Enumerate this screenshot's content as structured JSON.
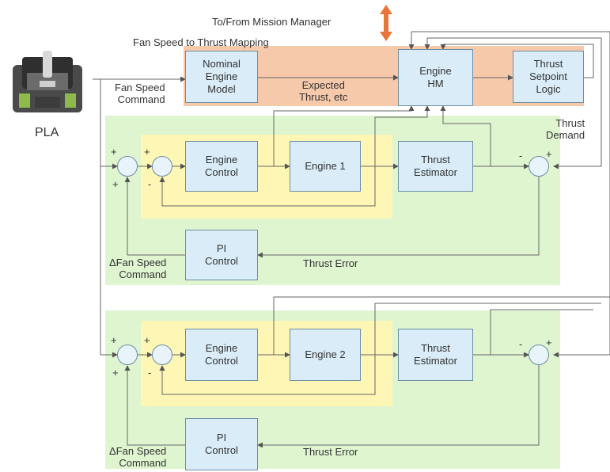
{
  "header": {
    "mission_manager": "To/From Mission Manager",
    "mapping_title": "Fan Speed to Thrust Mapping"
  },
  "pla": {
    "label": "PLA",
    "icon": "throttle-quadrant-icon"
  },
  "top": {
    "fan_speed_command": "Fan Speed\nCommand",
    "nominal_model": "Nominal\nEngine\nModel",
    "expected_thrust": "Expected\nThrust, etc",
    "engine_hm": "Engine\nHM",
    "thrust_setpoint": "Thrust\nSetpoint\nLogic",
    "thrust_demand": "Thrust\nDemand"
  },
  "loops": [
    {
      "engine_control": "Engine\nControl",
      "engine": "Engine 1",
      "thrust_estimator": "Thrust\nEstimator",
      "pi_control": "PI\nControl",
      "delta_fan": "ΔFan Speed\nCommand",
      "thrust_error": "Thrust Error"
    },
    {
      "engine_control": "Engine\nControl",
      "engine": "Engine 2",
      "thrust_estimator": "Thrust\nEstimator",
      "pi_control": "PI\nControl",
      "delta_fan": "ΔFan Speed\nCommand",
      "thrust_error": "Thrust Error"
    }
  ],
  "signs": {
    "plus": "+",
    "minus": "-"
  },
  "colors": {
    "orange_band": "#f6c9ab",
    "green_band": "#dff5d0",
    "yellow_band": "#fdf6b5",
    "box_fill": "#d9ecf7",
    "box_border": "#6e8ea3",
    "arrow_orange": "#e8753a",
    "wire": "#666666"
  }
}
